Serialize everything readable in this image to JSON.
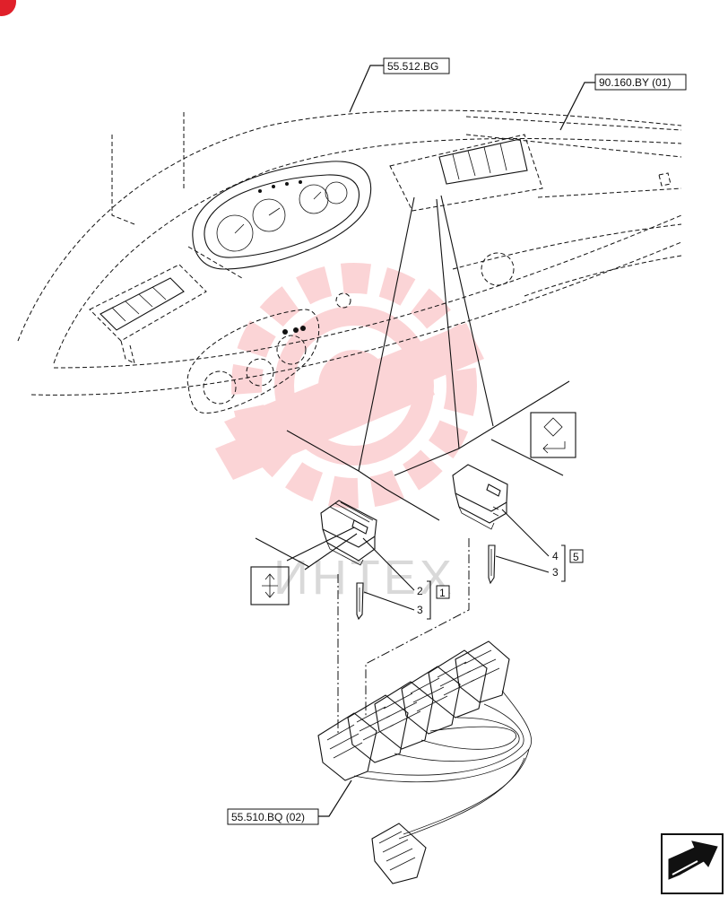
{
  "references": {
    "top_left": "55.512.BG",
    "top_right": "90.160.BY (01)",
    "harness": "55.510.BQ (02)"
  },
  "callouts": {
    "left_switch": {
      "items": [
        "2",
        "3"
      ],
      "group": "1"
    },
    "right_switch": {
      "items": [
        "4",
        "3"
      ],
      "group": "5"
    }
  },
  "watermark": {
    "text": "ИНТЕХ"
  },
  "colors": {
    "line": "#111111",
    "watermark": "#f04048",
    "watermark_text": "#d9d9d9",
    "corner_badge": "#e0202a"
  },
  "icons": [
    "rocker-updown-symbol",
    "rocker-diamond-enter-symbol",
    "navigation-arrow-icon",
    "corner-badge-icon"
  ]
}
